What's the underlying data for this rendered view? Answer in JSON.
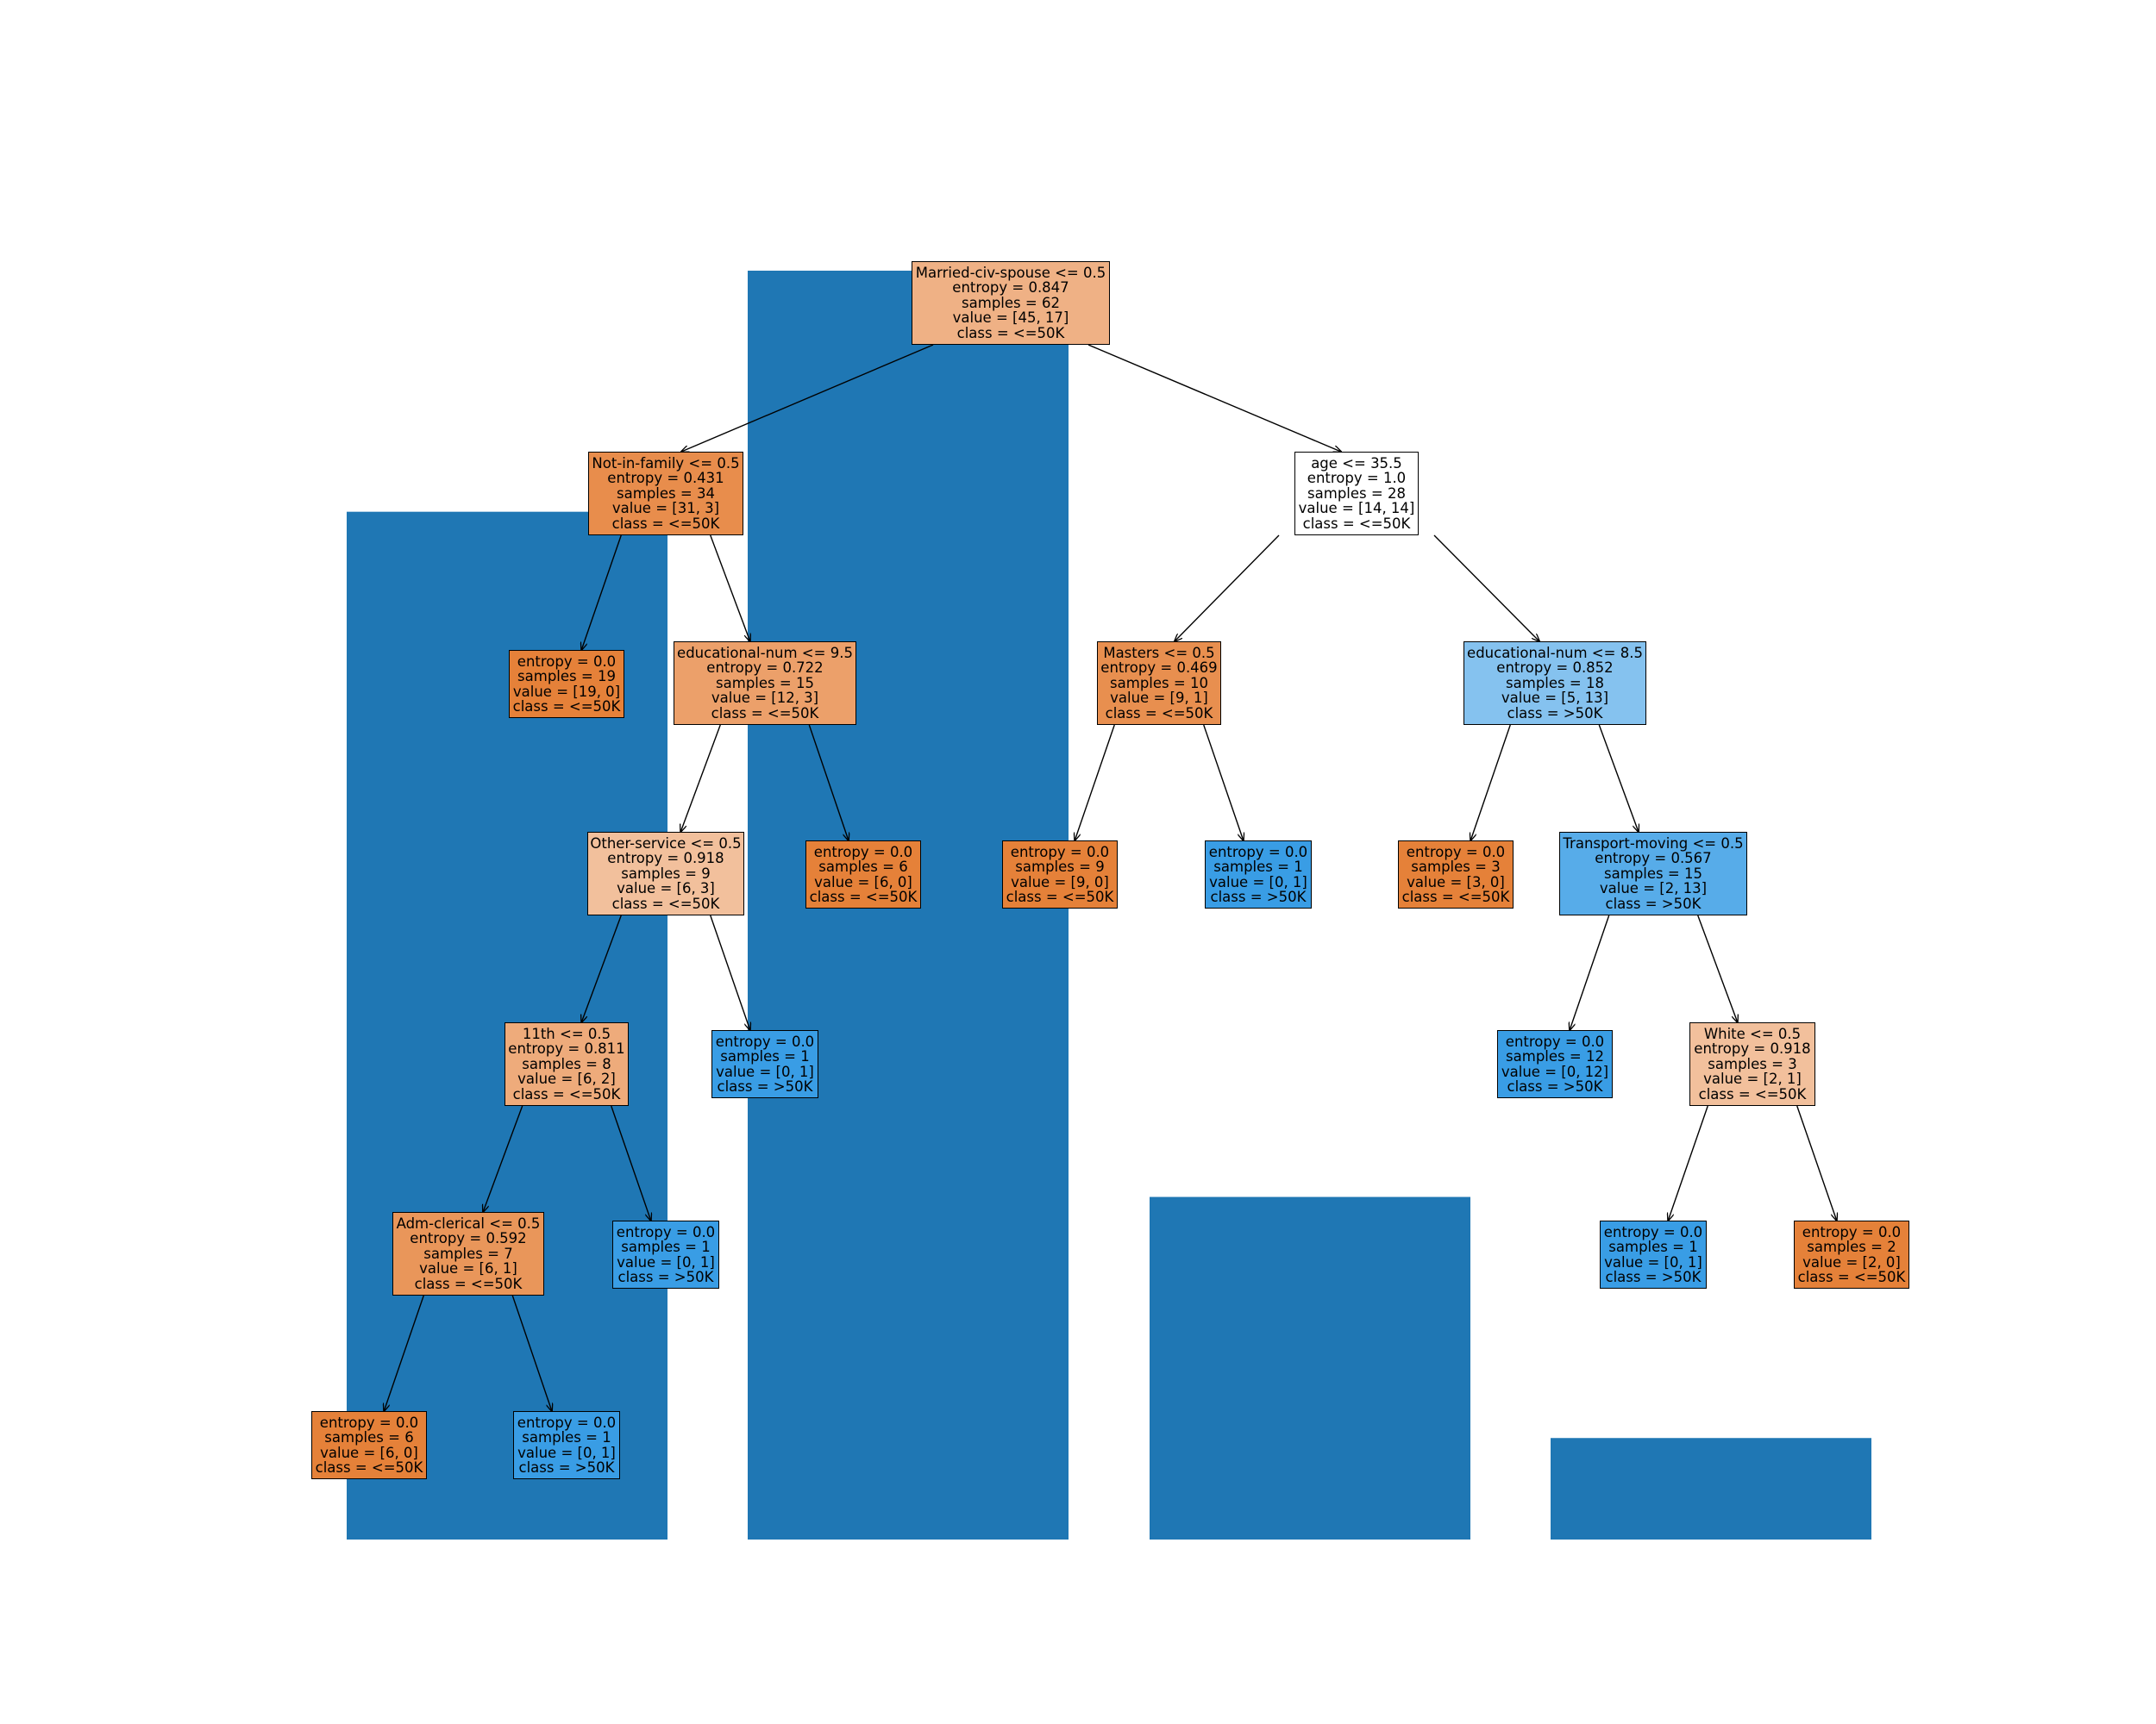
{
  "colors": {
    "bar": "#1f77b4",
    "class_le50k": "#e58139",
    "class_gt50k": "#399de5",
    "neutral": "#ffffff",
    "edge": "#000000"
  },
  "background_bars": [
    {
      "value": 0.81
    },
    {
      "value": 1.0
    },
    {
      "value": 0.27
    },
    {
      "value": 0.08
    }
  ],
  "nodes": [
    {
      "id": "n0",
      "lines": [
        "Married-civ-spouse <= 0.5",
        "entropy = 0.847",
        "samples = 62",
        "value = [45, 17]",
        "class = <=50K"
      ],
      "fill": "#efb185"
    },
    {
      "id": "n1",
      "lines": [
        "Not-in-family <= 0.5",
        "entropy = 0.431",
        "samples = 34",
        "value = [31, 3]",
        "class = <=50K"
      ],
      "fill": "#e88d4c"
    },
    {
      "id": "n2",
      "lines": [
        "entropy = 0.0",
        "samples = 19",
        "value = [19, 0]",
        "class = <=50K"
      ],
      "fill": "#e58139"
    },
    {
      "id": "n3",
      "lines": [
        "educational-num <= 9.5",
        "entropy = 0.722",
        "samples = 15",
        "value = [12, 3]",
        "class = <=50K"
      ],
      "fill": "#eca06a"
    },
    {
      "id": "n4",
      "lines": [
        "Other-service <= 0.5",
        "entropy = 0.918",
        "samples = 9",
        "value = [6, 3]",
        "class = <=50K"
      ],
      "fill": "#f2c09c"
    },
    {
      "id": "n5",
      "lines": [
        "11th <= 0.5",
        "entropy = 0.811",
        "samples = 8",
        "value = [6, 2]",
        "class = <=50K"
      ],
      "fill": "#eeab7b"
    },
    {
      "id": "n6",
      "lines": [
        "Adm-clerical <= 0.5",
        "entropy = 0.592",
        "samples = 7",
        "value = [6, 1]",
        "class = <=50K"
      ],
      "fill": "#e9965a"
    },
    {
      "id": "n7",
      "lines": [
        "entropy = 0.0",
        "samples = 6",
        "value = [6, 0]",
        "class = <=50K"
      ],
      "fill": "#e58139"
    },
    {
      "id": "n8",
      "lines": [
        "entropy = 0.0",
        "samples = 1",
        "value = [0, 1]",
        "class = >50K"
      ],
      "fill": "#399de5"
    },
    {
      "id": "n9",
      "lines": [
        "entropy = 0.0",
        "samples = 1",
        "value = [0, 1]",
        "class = >50K"
      ],
      "fill": "#399de5"
    },
    {
      "id": "n10",
      "lines": [
        "entropy = 0.0",
        "samples = 1",
        "value = [0, 1]",
        "class = >50K"
      ],
      "fill": "#399de5"
    },
    {
      "id": "n11",
      "lines": [
        "entropy = 0.0",
        "samples = 6",
        "value = [6, 0]",
        "class = <=50K"
      ],
      "fill": "#e58139"
    },
    {
      "id": "n12",
      "lines": [
        "age <= 35.5",
        "entropy = 1.0",
        "samples = 28",
        "value = [14, 14]",
        "class = <=50K"
      ],
      "fill": "#ffffff"
    },
    {
      "id": "n13",
      "lines": [
        "Masters <= 0.5",
        "entropy = 0.469",
        "samples = 10",
        "value = [9, 1]",
        "class = <=50K"
      ],
      "fill": "#e88f4f"
    },
    {
      "id": "n14",
      "lines": [
        "entropy = 0.0",
        "samples = 9",
        "value = [9, 0]",
        "class = <=50K"
      ],
      "fill": "#e58139"
    },
    {
      "id": "n15",
      "lines": [
        "entropy = 0.0",
        "samples = 1",
        "value = [0, 1]",
        "class = >50K"
      ],
      "fill": "#399de5"
    },
    {
      "id": "n16",
      "lines": [
        "educational-num <= 8.5",
        "entropy = 0.852",
        "samples = 18",
        "value = [5, 13]",
        "class = >50K"
      ],
      "fill": "#85c2ef"
    },
    {
      "id": "n17",
      "lines": [
        "entropy = 0.0",
        "samples = 3",
        "value = [3, 0]",
        "class = <=50K"
      ],
      "fill": "#e58139"
    },
    {
      "id": "n18",
      "lines": [
        "Transport-moving <= 0.5",
        "entropy = 0.567",
        "samples = 15",
        "value = [2, 13]",
        "class = >50K"
      ],
      "fill": "#57ace9"
    },
    {
      "id": "n19",
      "lines": [
        "entropy = 0.0",
        "samples = 12",
        "value = [0, 12]",
        "class = >50K"
      ],
      "fill": "#399de5"
    },
    {
      "id": "n20",
      "lines": [
        "White <= 0.5",
        "entropy = 0.918",
        "samples = 3",
        "value = [2, 1]",
        "class = <=50K"
      ],
      "fill": "#f2c09c"
    },
    {
      "id": "n21",
      "lines": [
        "entropy = 0.0",
        "samples = 1",
        "value = [0, 1]",
        "class = >50K"
      ],
      "fill": "#399de5"
    },
    {
      "id": "n22",
      "lines": [
        "entropy = 0.0",
        "samples = 2",
        "value = [2, 0]",
        "class = <=50K"
      ],
      "fill": "#e58139"
    }
  ],
  "edges": [
    [
      "n0",
      "n1"
    ],
    [
      "n0",
      "n12"
    ],
    [
      "n1",
      "n2"
    ],
    [
      "n1",
      "n3"
    ],
    [
      "n3",
      "n4"
    ],
    [
      "n3",
      "n11"
    ],
    [
      "n4",
      "n5"
    ],
    [
      "n4",
      "n10"
    ],
    [
      "n5",
      "n6"
    ],
    [
      "n5",
      "n9"
    ],
    [
      "n6",
      "n7"
    ],
    [
      "n6",
      "n8"
    ],
    [
      "n12",
      "n13"
    ],
    [
      "n12",
      "n16"
    ],
    [
      "n13",
      "n14"
    ],
    [
      "n13",
      "n15"
    ],
    [
      "n16",
      "n17"
    ],
    [
      "n16",
      "n18"
    ],
    [
      "n18",
      "n19"
    ],
    [
      "n18",
      "n20"
    ],
    [
      "n20",
      "n21"
    ],
    [
      "n20",
      "n22"
    ]
  ]
}
